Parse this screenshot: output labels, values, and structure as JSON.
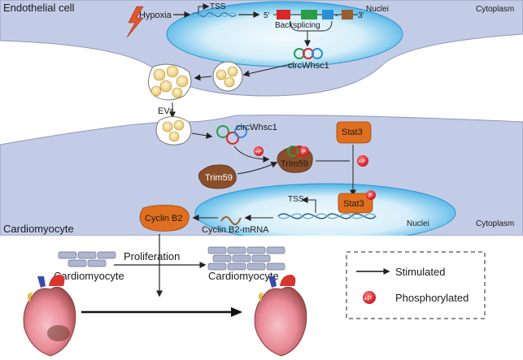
{
  "labels": {
    "endothelial_cell": "Endothelial cell",
    "cytoplasm_top": "Cytoplasm",
    "nuclei_top": "Nuclei",
    "hypoxia": "Hypoxia",
    "tss_top": "TSS",
    "five_prime": "5'",
    "three_prime": "3'",
    "backsplicing": "Backsplicing",
    "circwhsc1_top": "circWhsc1",
    "evs": "EVs",
    "circwhsc1_mid": "circWhsc1",
    "stat3_top": "Stat3",
    "trim59_complex": "Trim59",
    "trim59": "Trim59",
    "stat3_nuc": "Stat3",
    "tss_bottom": "TSS",
    "cardiomyocyte_cell": "Cardiomyocyte",
    "cyclin_b2": "Cyclin B2",
    "cyclin_b2_mrna": "Cyclin B2-mRNA",
    "nuclei_bottom": "Nuclei",
    "cytoplasm_bottom": "Cytoplasm",
    "proliferation": "Proliferation",
    "cardiomyocyte_left": "Cardiomyocyte",
    "cardiomyocyte_right": "Cardiomyocyte",
    "p": "P"
  },
  "legend": {
    "stimulated": "Stimulated",
    "phosphorylated": "Phosphorylated",
    "p_symbol": "+P"
  },
  "colors": {
    "cell": "#c3cce6",
    "nucleus": "#3aaee6",
    "nucleus_light": "#e3f3fb",
    "protein": "#e06f1f",
    "trim59": "#8a4f2a",
    "phospho": "#e0202a",
    "exon_red": "#d62828",
    "exon_green": "#2a9d4b",
    "exon_blue": "#2b8fd6",
    "exon_brown": "#9b5d2e"
  },
  "icons": {
    "hypoxia": "lightning-icon",
    "dna": "dna-helix-icon",
    "heart": "heart-icon"
  }
}
